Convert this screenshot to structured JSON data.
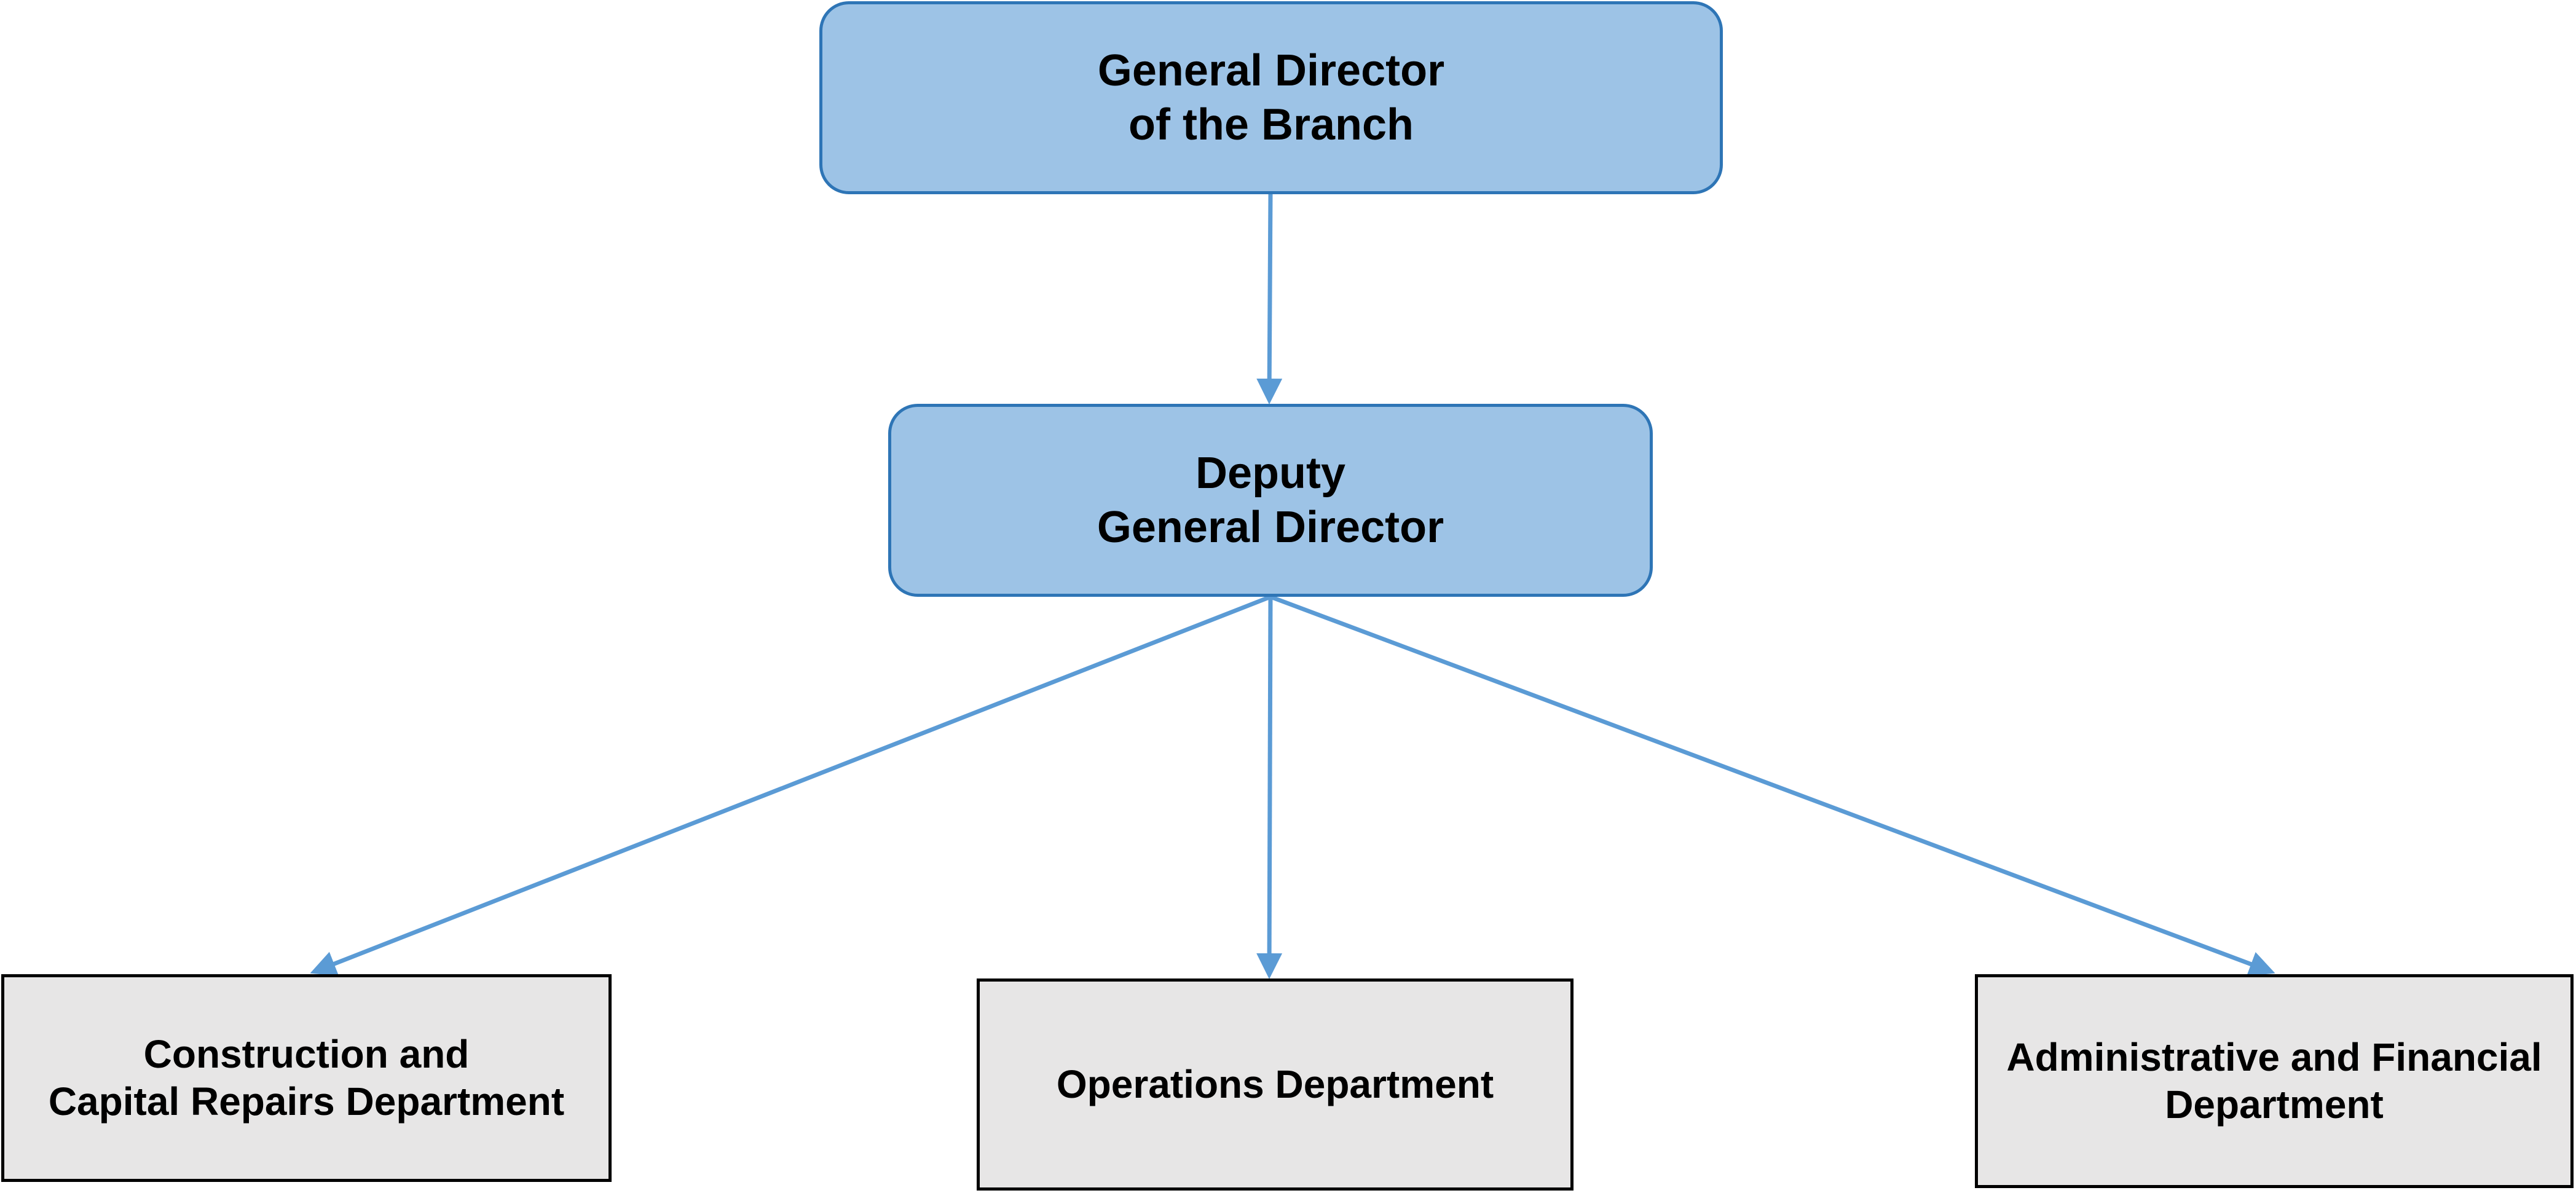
{
  "diagram": {
    "type": "org-chart",
    "colors": {
      "executive_fill": "#9dc3e6",
      "executive_border": "#2e75b6",
      "department_fill": "#e7e6e6",
      "department_border": "#000000",
      "connector": "#5b9bd5"
    },
    "nodes": {
      "general_director": {
        "line1": "General Director",
        "line2": "of the Branch"
      },
      "deputy_general_director": {
        "line1": "Deputy",
        "line2": "General Director"
      },
      "construction_department": {
        "line1": "Construction and",
        "line2": "Capital Repairs Department"
      },
      "operations_department": {
        "line1": "Operations Department"
      },
      "admin_financial_department": {
        "line1": "Administrative and Financial",
        "line2": "Department"
      }
    },
    "edges": [
      {
        "from": "general_director",
        "to": "deputy_general_director"
      },
      {
        "from": "deputy_general_director",
        "to": "construction_department"
      },
      {
        "from": "deputy_general_director",
        "to": "operations_department"
      },
      {
        "from": "deputy_general_director",
        "to": "admin_financial_department"
      }
    ]
  }
}
